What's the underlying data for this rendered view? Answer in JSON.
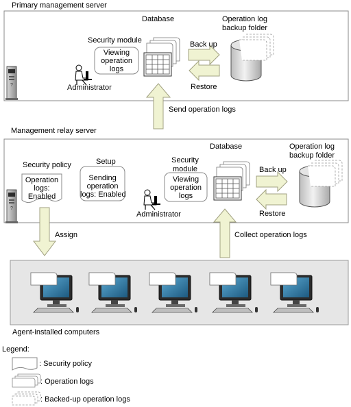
{
  "primary": {
    "title": "Primary management server",
    "database": "Database",
    "backup_folder": "Operation log\nbackup folder",
    "security_module": "Security module",
    "viewing": "Viewing\noperation\nlogs",
    "back_up": "Back up",
    "restore": "Restore",
    "administrator": "Administrator"
  },
  "send_logs": "Send operation logs",
  "relay": {
    "title": "Management relay server",
    "database": "Database",
    "backup_folder": "Operation log\nbackup folder",
    "security_policy": "Security policy",
    "policy_value": "Operation\nlogs:\nEnabled",
    "setup": "Setup",
    "setup_value": "Sending\noperation\nlogs: Enabled",
    "security_module": "Security\nmodule",
    "viewing": "Viewing\noperation\nlogs",
    "back_up": "Back up",
    "restore": "Restore",
    "administrator": "Administrator"
  },
  "assign": "Assign",
  "collect_logs": "Collect operation logs",
  "agents": {
    "title": "Agent-installed computers",
    "count": 5
  },
  "legend": {
    "title": "Legend:",
    "items": [
      {
        "icon": "security-policy-icon",
        "label": ": Security policy"
      },
      {
        "icon": "operation-logs-icon",
        "label": ": Operation logs"
      },
      {
        "icon": "backed-up-logs-icon",
        "label": ": Backed-up operation logs"
      }
    ]
  },
  "colors": {
    "arrow_fill": "#f0f3d2",
    "arrow_stroke": "#a0a080",
    "panel_border": "#888888",
    "agent_panel": "#e6e6e6",
    "monitor_screen": "#2a6c94"
  }
}
